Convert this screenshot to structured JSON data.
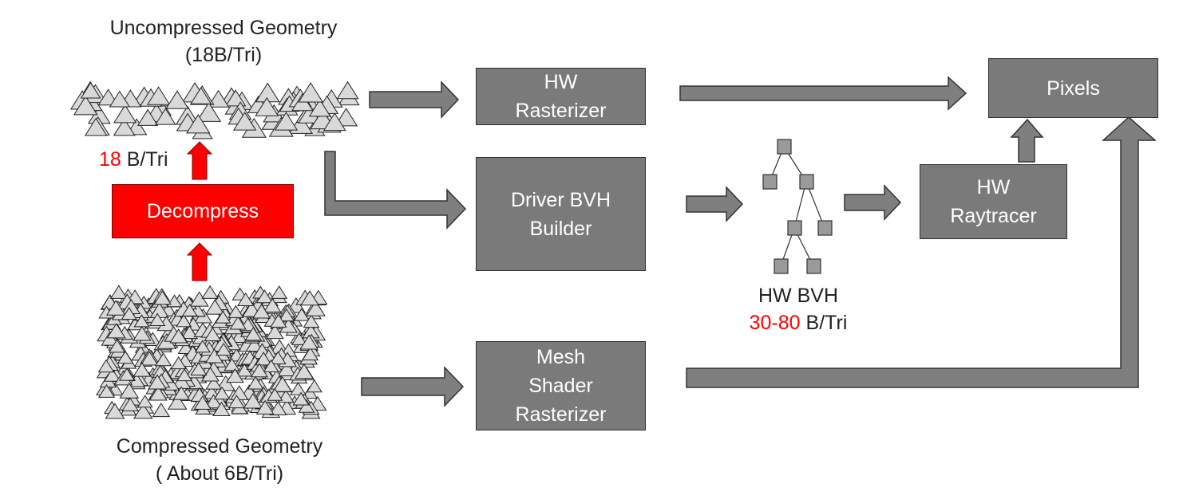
{
  "uncompressed": {
    "line1": "Uncompressed Geometry",
    "line2": "(18B/Tri)"
  },
  "compressed": {
    "line1": "Compressed Geometry",
    "line2": "( About 6B/Tri)"
  },
  "decompress": {
    "label": "Decompress",
    "rate_value": "18",
    "rate_unit": " B/Tri"
  },
  "boxes": {
    "hw_rasterizer": [
      "HW",
      "Rasterizer"
    ],
    "driver_bvh": [
      "Driver BVH",
      "Builder"
    ],
    "mesh_shader": [
      "Mesh",
      "Shader",
      "Rasterizer"
    ],
    "hw_raytracer": [
      "HW",
      "Raytracer"
    ],
    "pixels": [
      "Pixels"
    ]
  },
  "bvh": {
    "title": "HW BVH",
    "rate_value": "30-80",
    "rate_unit": " B/Tri"
  },
  "colors": {
    "box": "#7a7a7a",
    "arrow": "#7f7f7f",
    "accent_red": "#ff0000",
    "text": "#222222"
  }
}
